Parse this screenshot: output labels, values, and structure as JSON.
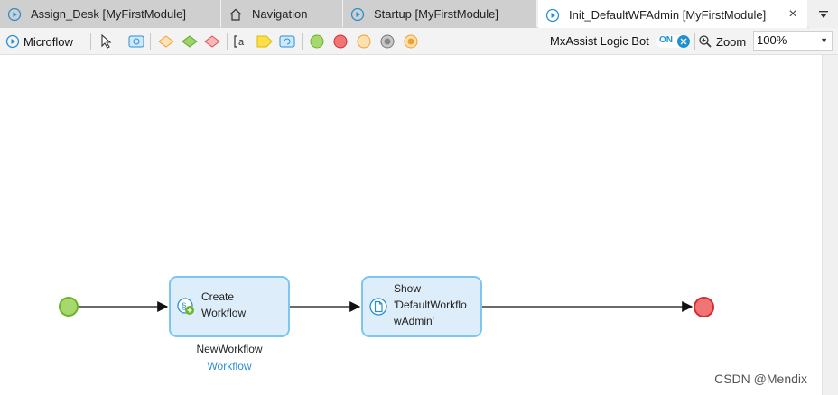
{
  "tabs": [
    {
      "label": "Assign_Desk [MyFirstModule]",
      "icon": "microflow-icon",
      "active": false
    },
    {
      "label": "Navigation",
      "icon": "home-icon",
      "active": false
    },
    {
      "label": "Startup [MyFirstModule]",
      "icon": "microflow-icon",
      "active": false
    },
    {
      "label": "Init_DefaultWFAdmin [MyFirstModule]",
      "icon": "microflow-icon",
      "active": true
    }
  ],
  "tab_close_glyph": "×",
  "toolbar": {
    "document_label": "Microflow",
    "assist_label": "MxAssist Logic Bot",
    "toggle_label": "ON",
    "zoom_label": "Zoom",
    "zoom_value": "100%"
  },
  "canvas": {
    "activity1": {
      "text": "Create\nWorkflow",
      "caption": "NewWorkflow",
      "caption_link": "Workflow"
    },
    "activity2": {
      "text": "Show\n'DefaultWorkflo\nwAdmin'"
    }
  },
  "watermark": "CSDN @Mendix",
  "colors": {
    "start_fill": "#a6d86e",
    "end_fill": "#f07575",
    "activity_fill": "#ddeefa",
    "activity_border": "#7cc6ef",
    "toggle_blue": "#1e90d6"
  }
}
